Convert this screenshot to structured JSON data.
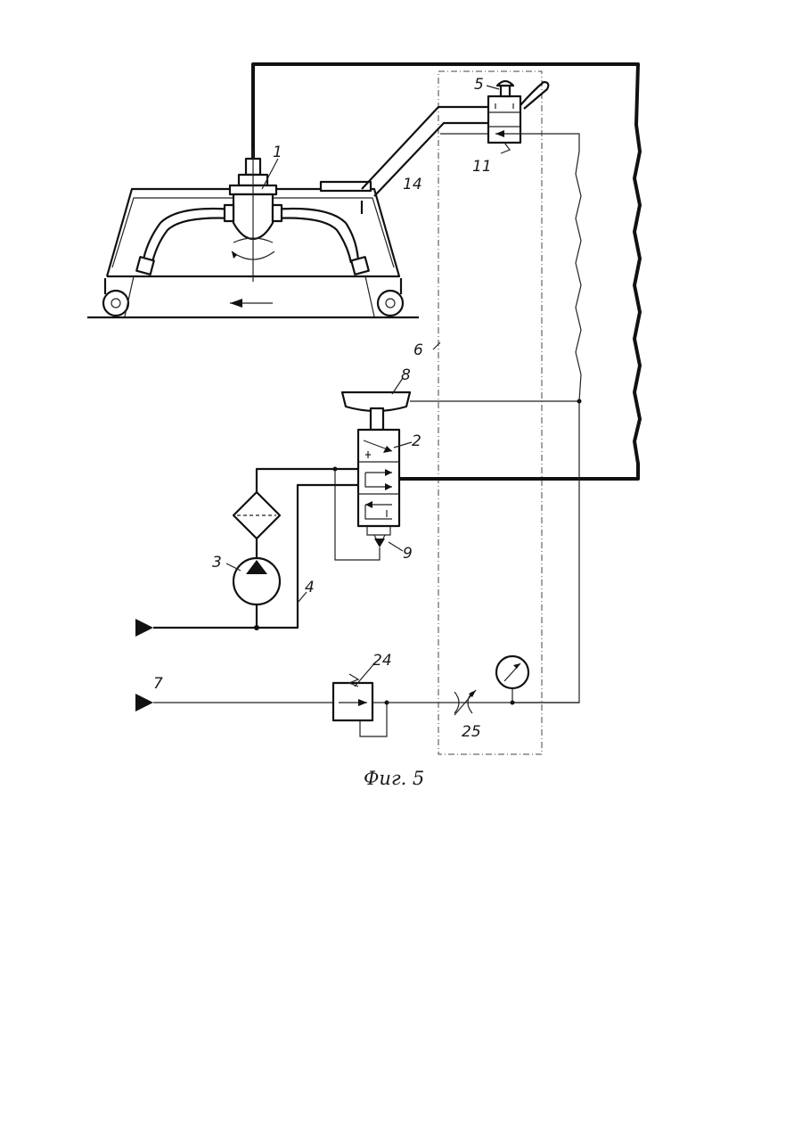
{
  "figure": {
    "caption": "Фиг. 5"
  },
  "labels": {
    "n1": "1",
    "n2": "2",
    "n3": "3",
    "n4": "4",
    "n5": "5",
    "n6": "6",
    "n7": "7",
    "n8": "8",
    "n9": "9",
    "n11": "11",
    "n14": "14",
    "n24": "24",
    "n25": "25"
  }
}
